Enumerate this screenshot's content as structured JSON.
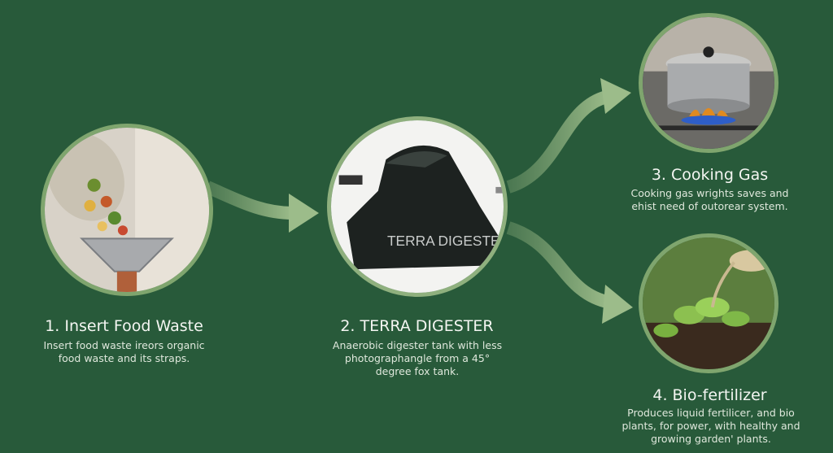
{
  "colors": {
    "background": "#285a3a",
    "circle_border": "#7fa56e",
    "arrow": "#8cae7c",
    "text": "#f4f6f2"
  },
  "steps": [
    {
      "title": "1. Insert Food Waste",
      "description": "Insert food waste ireors organic food waste and its straps.",
      "image": "food-waste-into-funnel"
    },
    {
      "title": "2. TERRA DIGESTER",
      "description": "Anaerobic digester tank with less photographangle from a 45° degree fox tank.",
      "image": "digester-tank",
      "tank_label": "TERRA DIGESTER"
    },
    {
      "title": "3. Cooking Gas",
      "description": "Cooking gas wrights saves and ehist need of outorear system.",
      "image": "pot-on-gas-stove"
    },
    {
      "title": "4. Bio-fertilizer",
      "description": "Produces liquid fertilicer, and bio plants, for power, with healthy and growing garden' plants.",
      "image": "watering-garden-plants"
    }
  ]
}
